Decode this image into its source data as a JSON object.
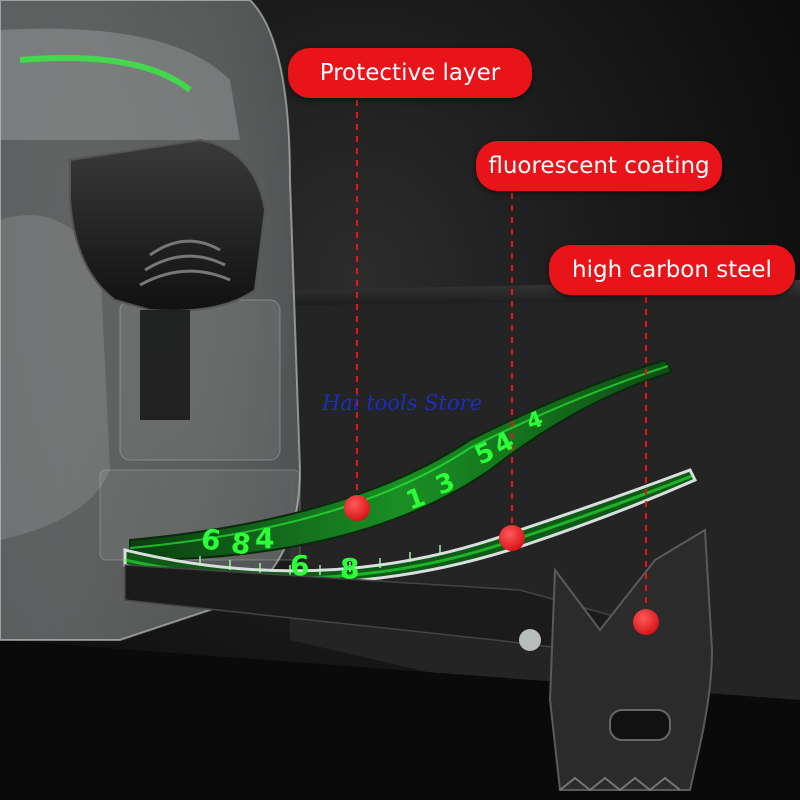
{
  "callouts": [
    {
      "label": "Protective layer"
    },
    {
      "label": "fluorescent coating"
    },
    {
      "label": "high carbon steel"
    }
  ],
  "watermark": "Hai tools Store",
  "colors": {
    "callout_red": "#e8141a",
    "fluorescent_green": "#2cff3a",
    "steel_black": "#1b1b1b",
    "watermark_blue": "#1a2fd6"
  },
  "tape_digits": {
    "upper": [
      "4",
      "5",
      "1",
      "3",
      "4"
    ],
    "lower": [
      "6",
      "8",
      "4",
      "6",
      "8"
    ]
  }
}
